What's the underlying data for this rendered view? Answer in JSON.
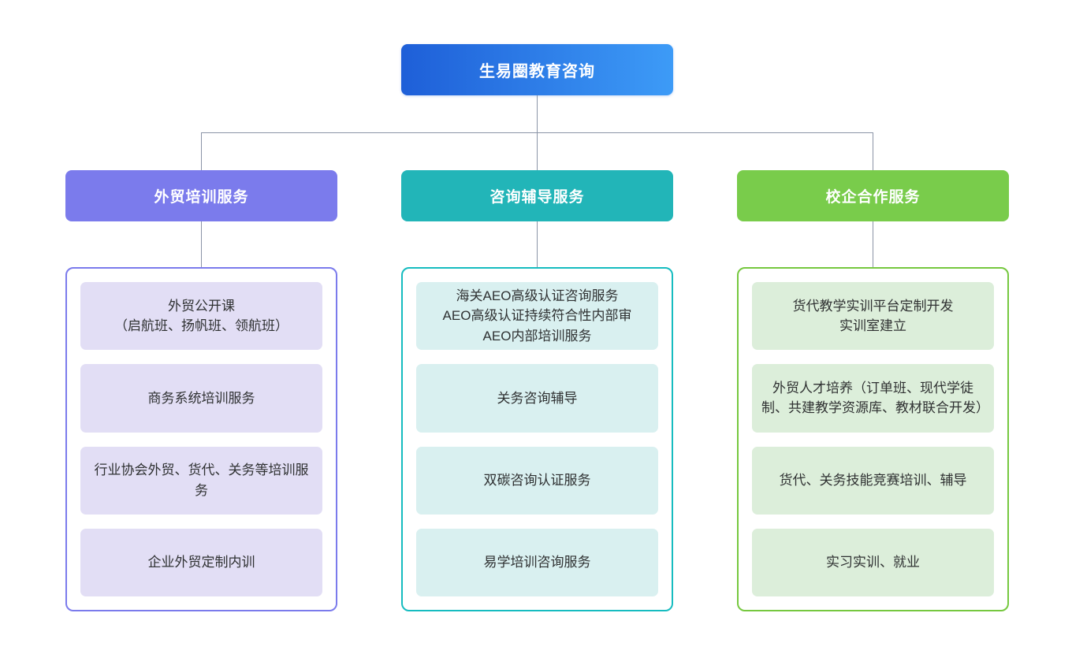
{
  "chart_data": {
    "type": "diagram",
    "subtype": "organization-tree",
    "title": "生易圈教育咨询",
    "levels": 3,
    "layout": "top-down-three-branch"
  },
  "root": {
    "label": "生易圈教育咨询",
    "gradient_start": "#1E5FD8",
    "gradient_end": "#3D9BF7",
    "text_color": "#FFFFFF"
  },
  "connector_color": "#8A94A6",
  "columns": [
    {
      "header": "外贸培训服务",
      "header_color": "#7B7BEC",
      "panel_border": "#7B7BEC",
      "chip_bg": "#E2DEF5",
      "text_color": "#2F3132",
      "items": [
        "外贸公开课\n（启航班、扬帆班、领航班）",
        "商务系统培训服务",
        "行业协会外贸、货代、关务等培训服务",
        "企业外贸定制内训"
      ]
    },
    {
      "header": "咨询辅导服务",
      "header_color": "#22B5B8",
      "panel_border": "#16BCC0",
      "chip_bg": "#D9F0F0",
      "text_color": "#2F3132",
      "items": [
        "海关AEO高级认证咨询服务\nAEO高级认证持续符合性内部审\nAEO内部培训服务",
        "关务咨询辅导",
        "双碳咨询认证服务",
        "易学培训咨询服务"
      ]
    },
    {
      "header": "校企合作服务",
      "header_color": "#79CC4B",
      "panel_border": "#76C83F",
      "chip_bg": "#DCEEDA",
      "text_color": "#2F3132",
      "items": [
        "货代教学实训平台定制开发\n实训室建立",
        "外贸人才培养（订单班、现代学徒制、共建教学资源库、教材联合开发）",
        "货代、关务技能竞赛培训、辅导",
        "实习实训、就业"
      ]
    }
  ]
}
